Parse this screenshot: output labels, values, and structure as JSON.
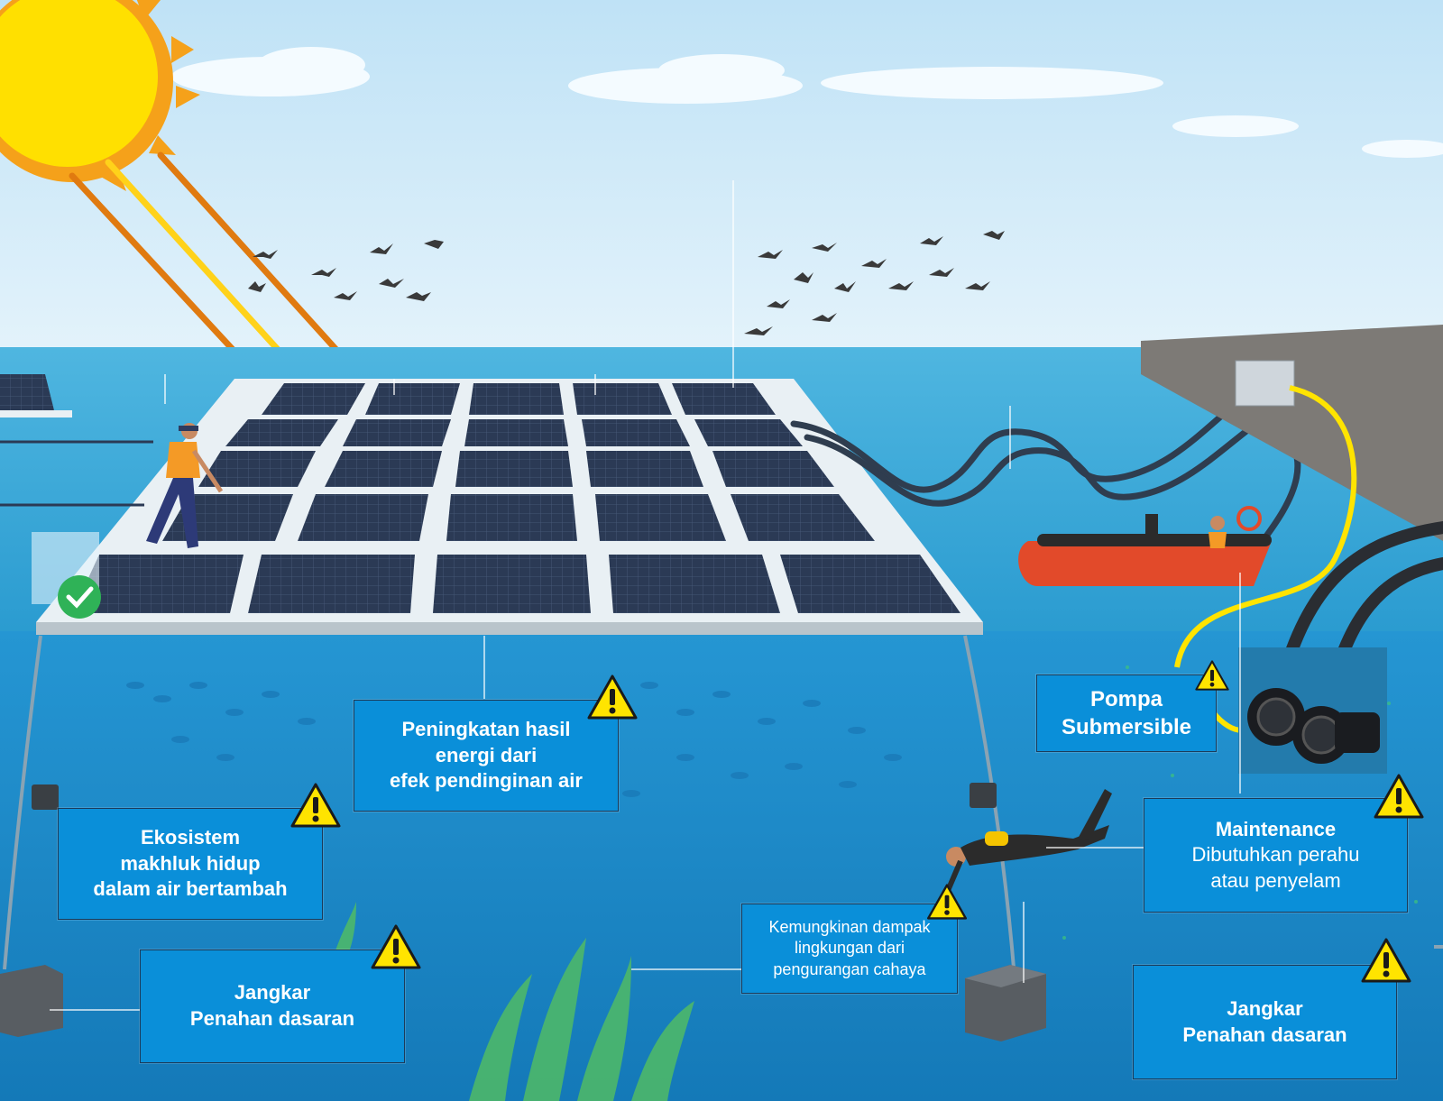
{
  "callouts": {
    "peningkatan": {
      "lines": [
        "Peningkatan hasil",
        "energi dari",
        "efek pendinginan air"
      ]
    },
    "ekosistem": {
      "lines": [
        "Ekosistem",
        "makhluk hidup",
        "dalam air bertambah"
      ]
    },
    "jangkar_left": {
      "lines": [
        "Jangkar",
        "Penahan dasaran"
      ]
    },
    "kemungkinan": {
      "lines": [
        "Kemungkinan dampak",
        "lingkungan dari",
        "pengurangan cahaya"
      ]
    },
    "pompa": {
      "lines": [
        "Pompa",
        "Submersible"
      ]
    },
    "maintenance": {
      "title": "Maintenance",
      "lines": [
        "Dibutuhkan perahu",
        "atau penyelam"
      ]
    },
    "jangkar_right": {
      "lines": [
        "Jangkar",
        "Penahan dasaran"
      ]
    }
  },
  "icons": {
    "warning": "warning-triangle-icon",
    "check": "check-badge-icon",
    "sun": "sun-icon"
  },
  "colors": {
    "sky": "#cfe9f7",
    "sea_surface": "#3aa9d8",
    "underwater": "#1d8bcb",
    "callout_bg": "#0a8fd9",
    "panel": "#2b3a55",
    "warning": "#ffe400"
  }
}
